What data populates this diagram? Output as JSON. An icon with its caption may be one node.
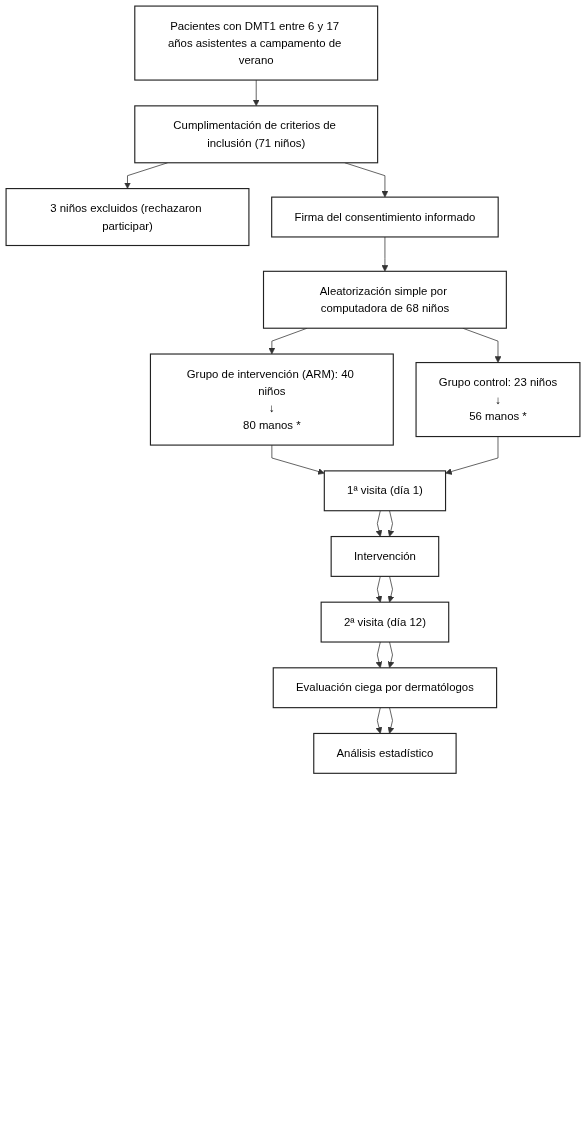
{
  "diagram": {
    "nodes": [
      {
        "text": [
          "Pacientes con DMT1 entre 6 y 17 años asistentes a campamento de verano"
        ]
      },
      {
        "text": [
          "Cumplimentación de criterios de inclusión (71 niños)"
        ]
      },
      {
        "text": [
          "3 niños excluidos (rechazaron participar)"
        ]
      },
      {
        "text": [
          "Firma del consentimiento informado"
        ]
      },
      {
        "text": [
          "Aleatorización simple por computadora de 68 niños"
        ]
      },
      {
        "text": [
          "Grupo de intervención (ARM): 40 niños",
          "↓",
          "80 manos *"
        ]
      },
      {
        "text": [
          "Grupo control: 23 niños",
          "↓",
          "56 manos *"
        ]
      },
      {
        "text": [
          "1ª visita (día 1)"
        ]
      },
      {
        "text": [
          "Intervención"
        ]
      },
      {
        "text": [
          "2ª visita (día 12)"
        ]
      },
      {
        "text": [
          "Evaluación ciega por dermatólogos"
        ]
      },
      {
        "text": [
          "Análisis estadístico"
        ]
      }
    ],
    "edges": [
      {
        "from": 0,
        "to": 1,
        "arrow": "to"
      },
      {
        "from": 1,
        "to": 2,
        "arrow": "to"
      },
      {
        "from": 1,
        "to": 3,
        "arrow": "to"
      },
      {
        "from": 3,
        "to": 4,
        "arrow": "to"
      },
      {
        "from": 4,
        "to": 5,
        "arrow": "to"
      },
      {
        "from": 4,
        "to": 6,
        "arrow": "to"
      },
      {
        "from": 5,
        "to": 7,
        "arrow": "to"
      },
      {
        "from": 6,
        "to": 7,
        "arrow": "to"
      },
      {
        "from": 7,
        "to": 8,
        "arrow": "to"
      },
      {
        "from": 7,
        "to": 8,
        "arrow": "to"
      },
      {
        "from": 8,
        "to": 9,
        "arrow": "to"
      },
      {
        "from": 8,
        "to": 9,
        "arrow": "to"
      },
      {
        "from": 9,
        "to": 10,
        "arrow": "to"
      },
      {
        "from": 9,
        "to": 10,
        "arrow": "to"
      },
      {
        "from": 10,
        "to": 11,
        "arrow": "to"
      },
      {
        "from": 10,
        "to": 11,
        "arrow": "to"
      }
    ]
  }
}
